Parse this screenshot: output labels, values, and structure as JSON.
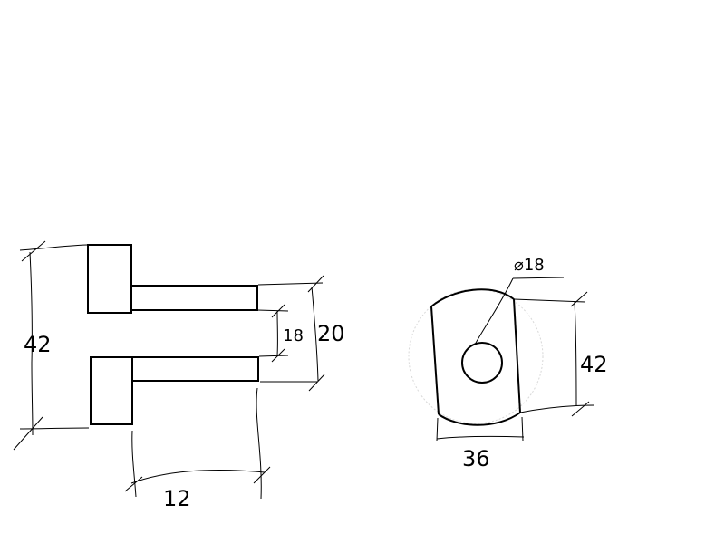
{
  "side_view": {
    "overall_height_label": "42",
    "gap_label": "18",
    "flange_span_label": "20",
    "shaft_length_label": "12"
  },
  "end_view": {
    "hole_diameter_label": "⌀18",
    "height_label": "42",
    "width_label": "36"
  }
}
